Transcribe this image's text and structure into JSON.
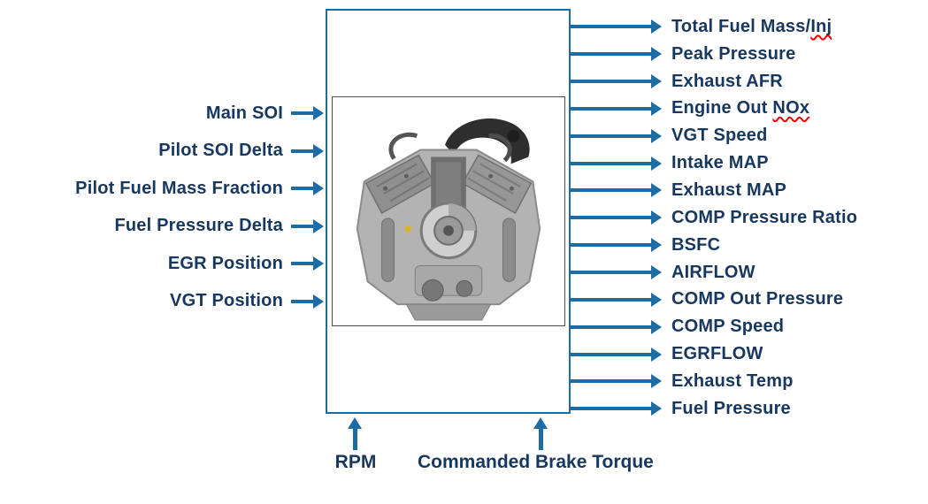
{
  "diagram": {
    "inputs_left": [
      "Main SOI",
      "Pilot SOI Delta",
      "Pilot Fuel Mass Fraction",
      "Fuel Pressure Delta",
      "EGR Position",
      "VGT Position"
    ],
    "inputs_bottom": [
      "RPM",
      "Commanded Brake Torque"
    ],
    "outputs_right": [
      "Total Fuel Mass/Inj",
      "Peak Pressure",
      "Exhaust AFR",
      "Engine Out NOx",
      "VGT Speed",
      "Intake MAP",
      "Exhaust MAP",
      "COMP Pressure Ratio",
      "BSFC",
      "AIRFLOW",
      "COMP Out Pressure",
      "COMP Speed",
      "EGRFLOW",
      "Exhaust Temp",
      "Fuel Pressure"
    ],
    "spellcheck_words": [
      "Inj",
      "NOx"
    ],
    "icons": {
      "arrow": "right-arrow-icon",
      "engine": "engine-photo"
    },
    "colors": {
      "text": "#17375E",
      "arrow": "#1E6CA4",
      "box_border": "#1E6CA4",
      "spellcheck": "#EE0000"
    }
  }
}
